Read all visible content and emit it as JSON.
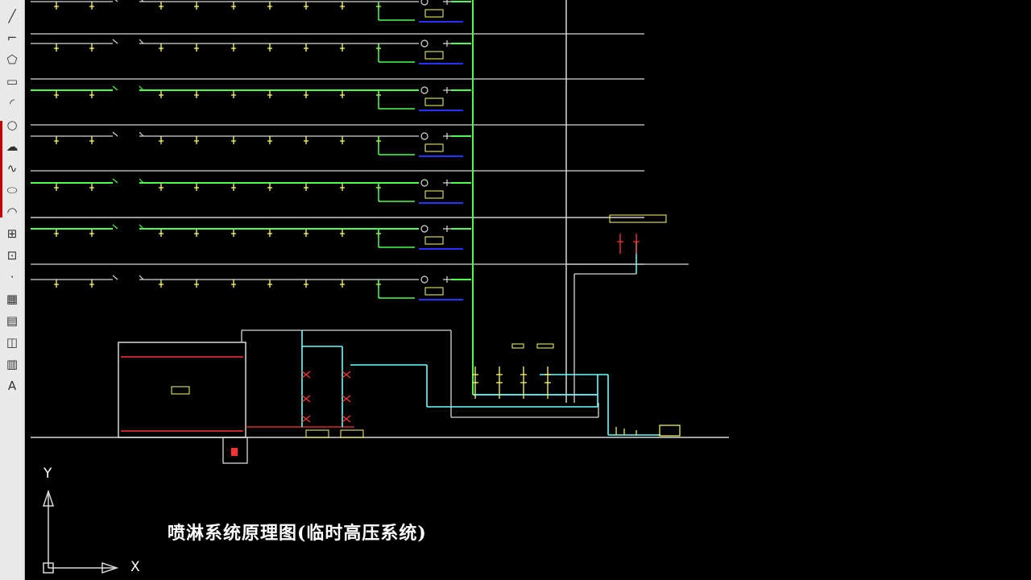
{
  "toolbar": {
    "tools": [
      {
        "name": "line-tool",
        "glyph": "╱"
      },
      {
        "name": "polyline-tool",
        "glyph": "⌐"
      },
      {
        "name": "polygon-tool",
        "glyph": "⬠"
      },
      {
        "name": "rectangle-tool",
        "glyph": "▭"
      },
      {
        "name": "arc-tool",
        "glyph": "◜"
      },
      {
        "name": "circle-tool",
        "glyph": "○"
      },
      {
        "name": "revcloud-tool",
        "glyph": "☁"
      },
      {
        "name": "spline-tool",
        "glyph": "∿"
      },
      {
        "name": "ellipse-tool",
        "glyph": "⬭"
      },
      {
        "name": "ellipse-arc-tool",
        "glyph": "◠"
      },
      {
        "name": "insert-block-tool",
        "glyph": "⊞"
      },
      {
        "name": "make-block-tool",
        "glyph": "⊡"
      },
      {
        "name": "point-tool",
        "glyph": "·"
      },
      {
        "name": "hatch-tool",
        "glyph": "▦"
      },
      {
        "name": "gradient-tool",
        "glyph": "▤"
      },
      {
        "name": "region-tool",
        "glyph": "◫"
      },
      {
        "name": "table-tool",
        "glyph": "▥"
      },
      {
        "name": "mtext-tool",
        "glyph": "A"
      }
    ]
  },
  "drawing": {
    "title": "喷淋系统原理图(临时高压系统)",
    "ucs": {
      "x_label": "X",
      "y_label": "Y"
    }
  },
  "colors": {
    "background": "#000000",
    "pipe_green": "#4cff4c",
    "pipe_cyan": "#66ffff",
    "floor_line": "#d8d8d8",
    "symbol_yellow": "#ffff66",
    "accent_red": "#ff3333",
    "accent_blue": "#2233ff"
  }
}
